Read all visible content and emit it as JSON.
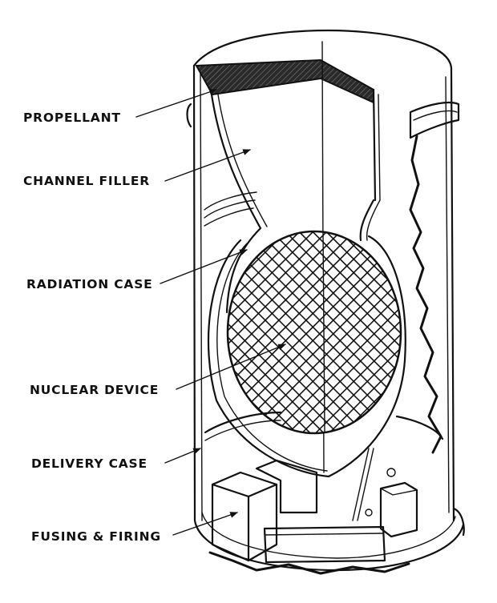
{
  "diagram": {
    "subject": "Cutaway view of nuclear-propelled device in delivery case",
    "labels": [
      {
        "id": "propellant",
        "text": "PROPELLANT"
      },
      {
        "id": "channel-filler",
        "text": "CHANNEL FILLER"
      },
      {
        "id": "radiation-case",
        "text": "RADIATION CASE"
      },
      {
        "id": "nuclear-device",
        "text": "NUCLEAR DEVICE"
      },
      {
        "id": "delivery-case",
        "text": "DELIVERY CASE"
      },
      {
        "id": "fusing-firing",
        "text": "FUSING & FIRING"
      }
    ]
  },
  "colors": {
    "ink": "#111111",
    "background": "#ffffff",
    "propellant_fill": "#3a3a3a"
  }
}
